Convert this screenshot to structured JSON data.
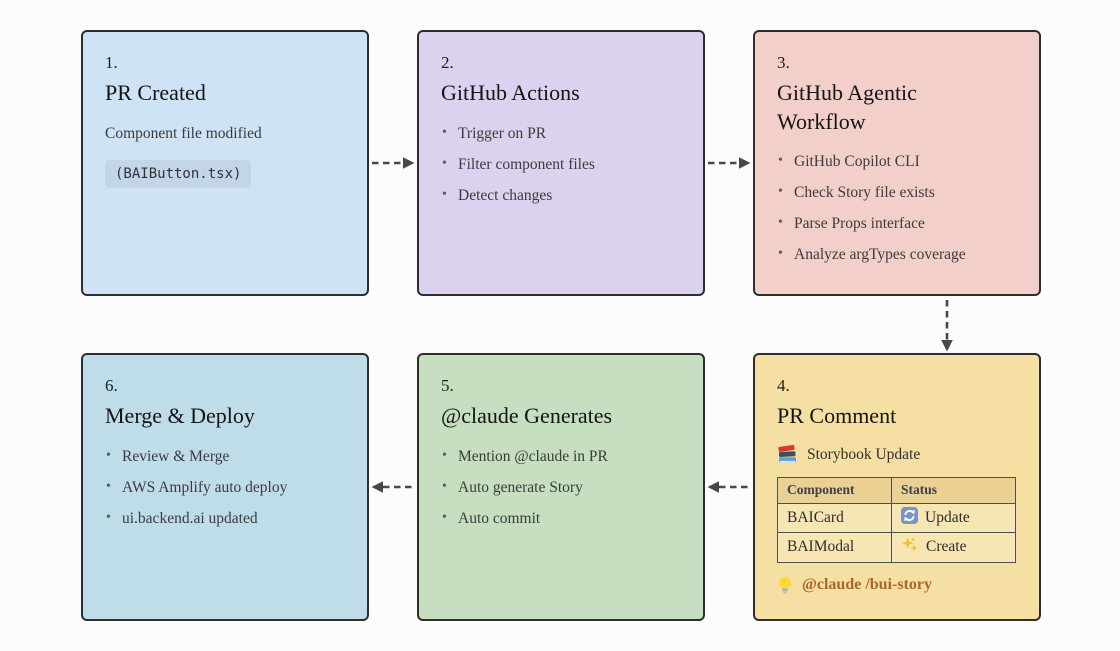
{
  "diagram": {
    "kind": "workflow-flowchart",
    "flow": [
      {
        "from": "1",
        "to": "2",
        "direction": "right"
      },
      {
        "from": "2",
        "to": "3",
        "direction": "right"
      },
      {
        "from": "3",
        "to": "4",
        "direction": "down"
      },
      {
        "from": "4",
        "to": "5",
        "direction": "left"
      },
      {
        "from": "5",
        "to": "6",
        "direction": "left"
      }
    ]
  },
  "boxes": [
    {
      "number": "1.",
      "title": "PR Created",
      "description": "Component file modified",
      "code": "(BAIButton.tsx)",
      "color": "#cfe3f6"
    },
    {
      "number": "2.",
      "title": "GitHub Actions",
      "bullets": [
        "Trigger on PR",
        "Filter component files",
        "Detect changes"
      ],
      "color": "#dcd2ef"
    },
    {
      "number": "3.",
      "title": "GitHub Agentic Workflow",
      "bullets": [
        "GitHub Copilot CLI",
        "Check Story file exists",
        "Parse Props interface",
        "Analyze argTypes coverage"
      ],
      "color": "#f3cfca"
    },
    {
      "number": "4.",
      "title": "PR Comment",
      "storybook_icon": "books-icon",
      "storybook_label": "Storybook Update",
      "table": {
        "headers": [
          "Component",
          "Status"
        ],
        "rows": [
          {
            "component": "BAICard",
            "status_icon": "update-icon",
            "status": "Update"
          },
          {
            "component": "BAIModal",
            "status_icon": "create-icon",
            "status": "Create"
          }
        ]
      },
      "claude_icon": "lightbulb-icon",
      "claude_command": "@claude /bui-story",
      "color": "#f5dfa2"
    },
    {
      "number": "5.",
      "title": "@claude Generates",
      "bullets": [
        "Mention @claude in PR",
        "Auto generate Story",
        "Auto commit"
      ],
      "color": "#c7dfc1"
    },
    {
      "number": "6.",
      "title": "Merge & Deploy",
      "bullets": [
        "Review & Merge",
        "AWS Amplify auto deploy",
        "ui.backend.ai updated"
      ],
      "color": "#bfdde8"
    }
  ],
  "palette": {
    "page_background": "#fcfcfc",
    "box_border": "#2e2e2e",
    "arrow": "#484848",
    "code_chip_background": "#c3d6e8",
    "table_header_background": "#ead193",
    "table_cell_background": "#f7e6b2",
    "claude_command_text": "#a9662e",
    "update_icon_blue": "#7b93c5",
    "sparkle_gold": "#f3c32c",
    "bulb_yellow": "#ffd83d"
  }
}
